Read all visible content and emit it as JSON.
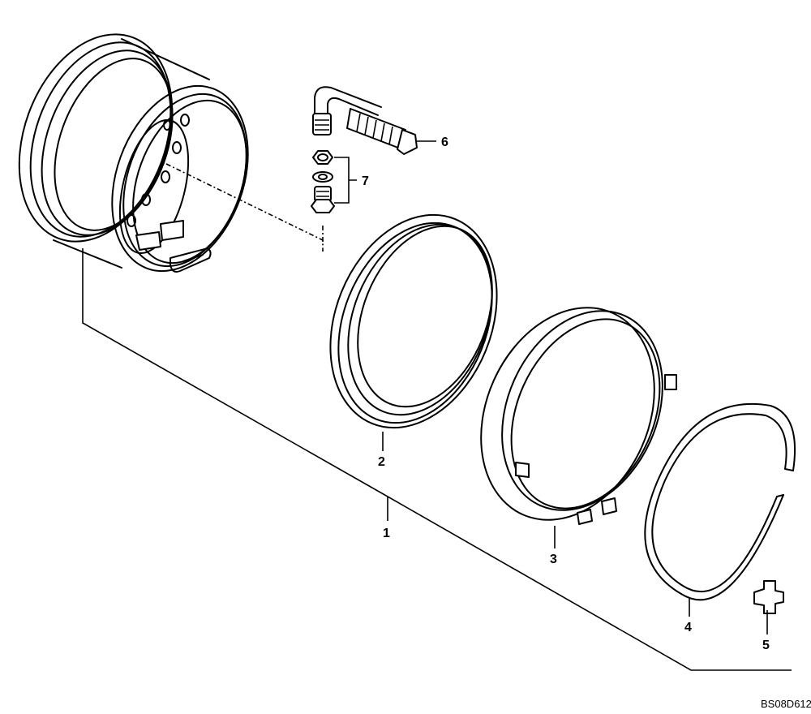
{
  "drawing_code": "BS08D612",
  "parts": [
    {
      "id": "rim",
      "callout": "1"
    },
    {
      "id": "ring-2",
      "callout": "2"
    },
    {
      "id": "ring-3",
      "callout": "3"
    },
    {
      "id": "ring-4",
      "callout": "4"
    },
    {
      "id": "key-5",
      "callout": "5"
    },
    {
      "id": "valve-stem-6",
      "callout": "6"
    },
    {
      "id": "valve-nut-set-7",
      "callout": "7"
    }
  ]
}
